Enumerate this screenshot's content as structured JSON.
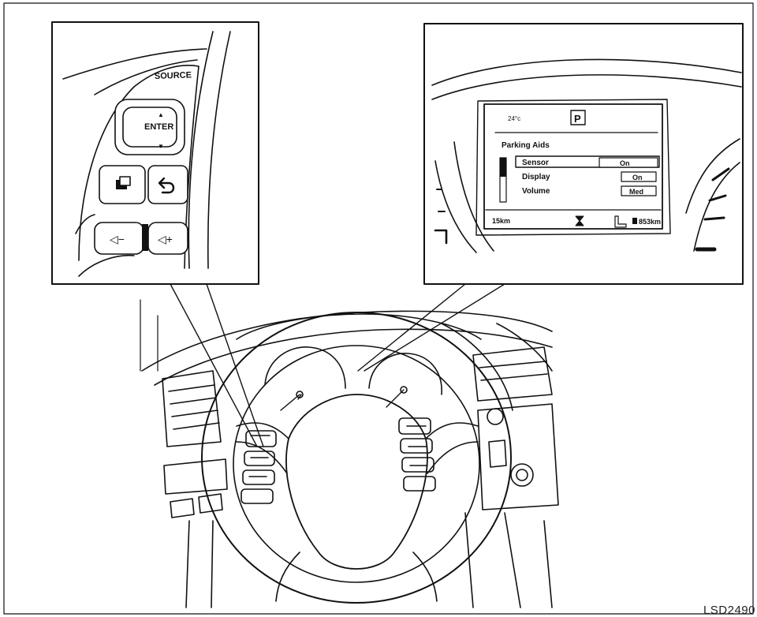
{
  "left_inset": {
    "source_label": "SOURCE",
    "enter_label": "ENTER",
    "up_arrow": "▲",
    "down_arrow": "▼",
    "vol_down_label": "◁−",
    "vol_up_label": "◁+"
  },
  "display": {
    "gear_label": "P",
    "temp_label": "24°c",
    "menu_title": "Parking Aids",
    "rows": [
      {
        "name": "Sensor",
        "value": "On"
      },
      {
        "name": "Display",
        "value": "On"
      },
      {
        "name": "Volume",
        "value": "Med"
      }
    ],
    "status": {
      "trip": "15km",
      "range": "853km"
    }
  },
  "figure_id": "LSD2490"
}
